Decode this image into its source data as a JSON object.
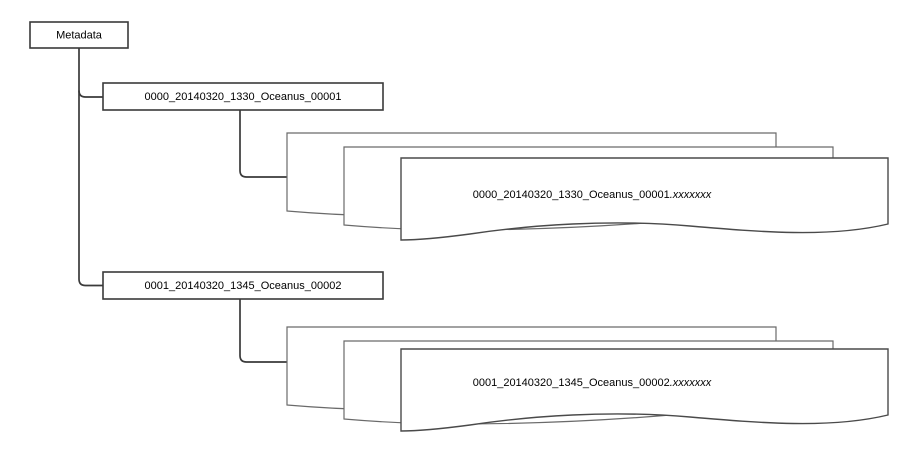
{
  "diagram": {
    "type": "hierarchy-tree",
    "root": {
      "id": "metadata-node",
      "label": "Metadata"
    },
    "branches": [
      {
        "id": "branch-1",
        "node_label": "0000_20140320_1330_Oceanus_00001",
        "document_stack": {
          "count": 3,
          "front_label_base": "0000_20140320_1330_Oceanus_00001",
          "front_label_ext": ".xxxxxxx"
        }
      },
      {
        "id": "branch-2",
        "node_label": "0001_20140320_1345_Oceanus_00002",
        "document_stack": {
          "count": 3,
          "front_label_base": "0001_20140320_1345_Oceanus_00002",
          "front_label_ext": ".xxxxxxx"
        }
      }
    ],
    "colors": {
      "background": "#ffffff",
      "node_stroke": "#3a3a3a",
      "doc_stroke": "#4a4a4a",
      "doc_stroke_back": "#6a6a6a",
      "text": "#000000"
    }
  }
}
